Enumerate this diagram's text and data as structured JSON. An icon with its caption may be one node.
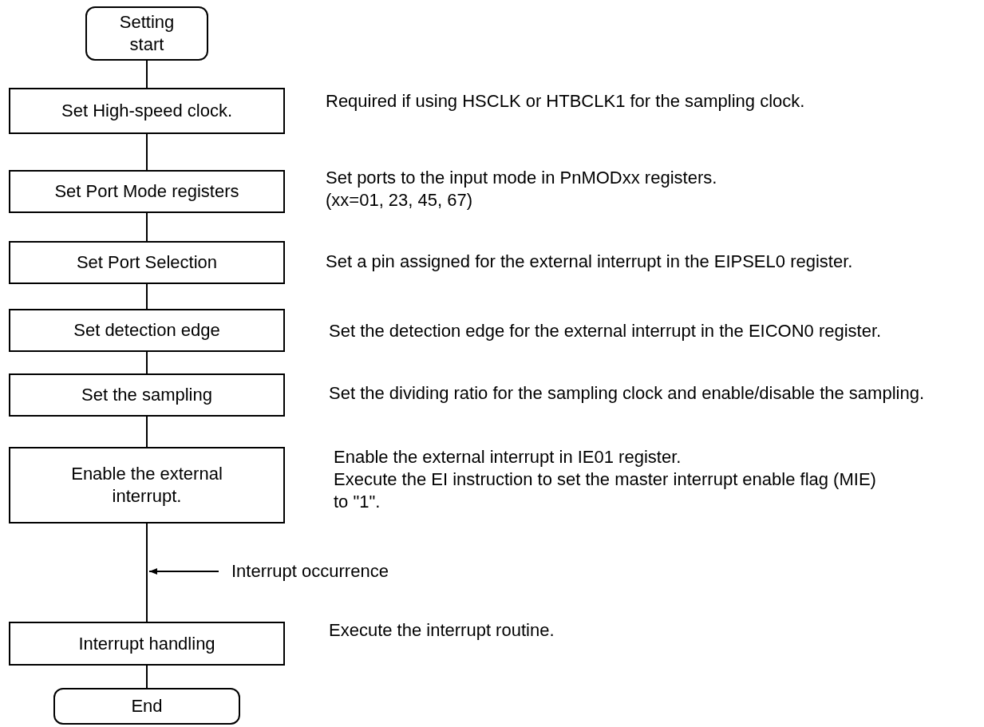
{
  "diagram": {
    "nodes": [
      {
        "text": [
          "Setting start"
        ]
      },
      {
        "text": [
          "Set High-speed clock."
        ],
        "beside": [
          "Required if using HSCLK or HTBCLK1 for the sampling clock."
        ]
      },
      {
        "text": [
          "Set Port Mode registers"
        ],
        "beside": [
          "Set ports to the input mode in PnMODxx registers.",
          "(xx=01, 23, 45, 67)"
        ]
      },
      {
        "text": [
          "Set Port Selection"
        ],
        "beside": [
          "Set a pin assigned for the external interrupt in the EIPSEL0 register."
        ]
      },
      {
        "text": [
          "Set detection edge"
        ],
        "beside": [
          "Set the detection edge for the external interrupt in the EICON0 register."
        ]
      },
      {
        "text": [
          "Set the sampling"
        ],
        "beside": [
          "Set the dividing ratio for the sampling clock and enable/disable the sampling."
        ]
      },
      {
        "text": [
          "Enable the external interrupt."
        ],
        "beside": [
          "Enable the external interrupt in IE01 register.",
          "Execute the EI instruction to set the master interrupt enable flag (MIE) to \"1\"."
        ]
      },
      {
        "text": [
          "Interrupt handling"
        ],
        "beside": [
          "Execute the interrupt routine."
        ]
      },
      {
        "text": [
          "End"
        ]
      },
      {
        "text": [
          "Interrupt occurrence"
        ]
      }
    ],
    "edges": [
      {
        "from": 0,
        "to": 1,
        "arrow": "none"
      },
      {
        "from": 1,
        "to": 2,
        "arrow": "none"
      },
      {
        "from": 2,
        "to": 3,
        "arrow": "none"
      },
      {
        "from": 3,
        "to": 4,
        "arrow": "none"
      },
      {
        "from": 4,
        "to": 5,
        "arrow": "none"
      },
      {
        "from": 5,
        "to": 6,
        "arrow": "none"
      },
      {
        "from": 6,
        "to": 7,
        "arrow": "none"
      },
      {
        "from": 7,
        "to": 8,
        "arrow": "none"
      },
      {
        "from": 9,
        "to": null,
        "arrow": "to"
      }
    ]
  }
}
